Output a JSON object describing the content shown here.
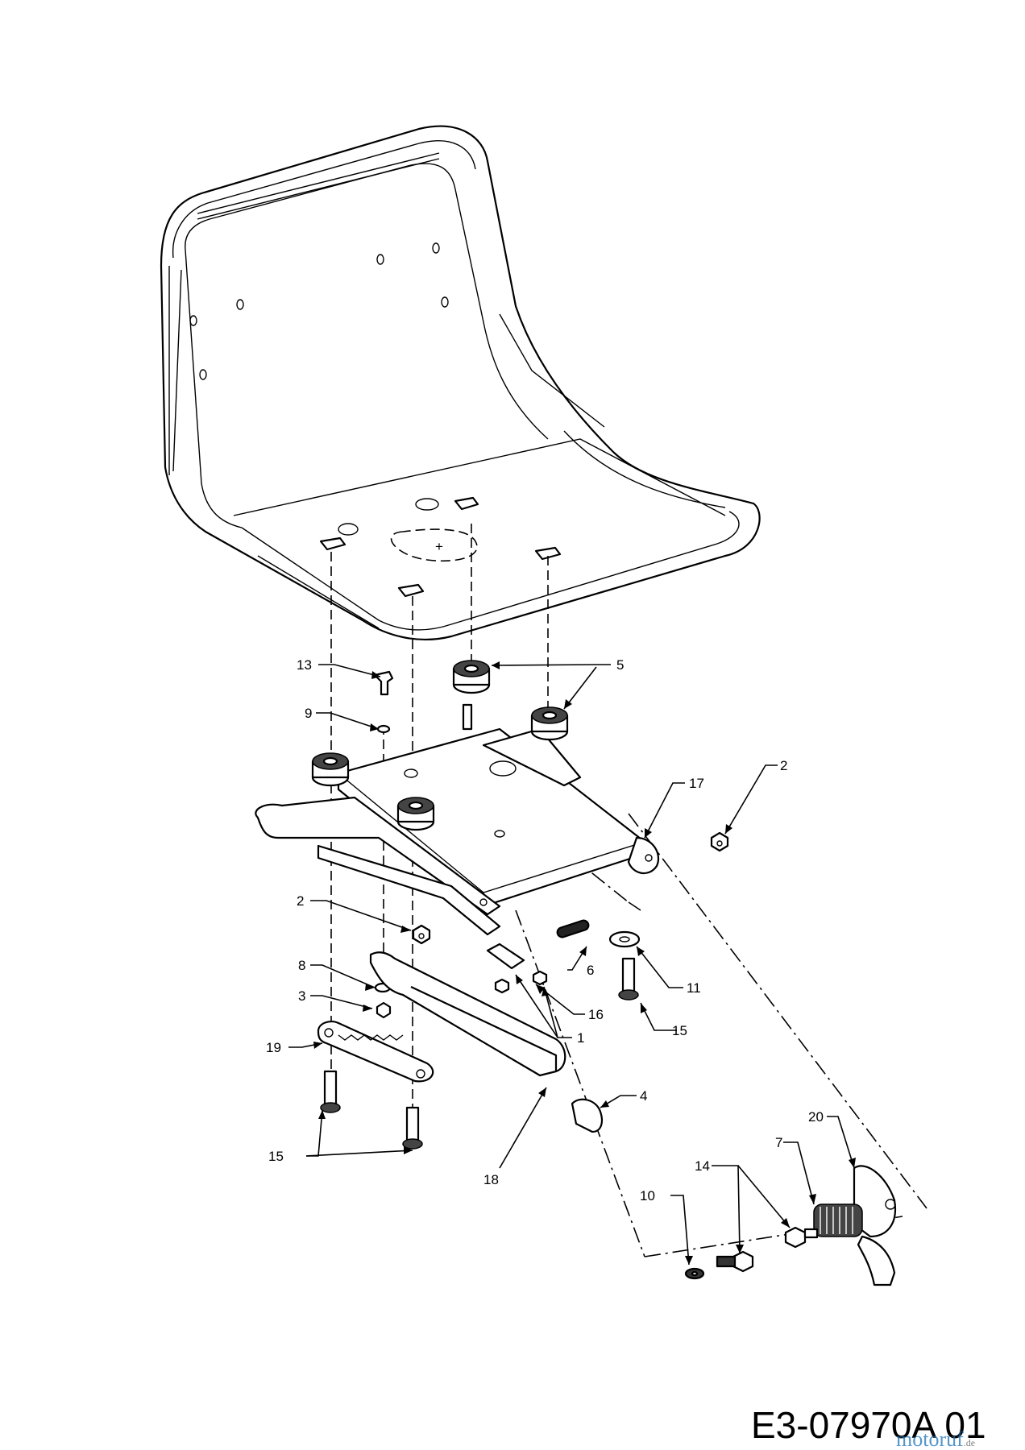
{
  "drawing_code": "E3-07970A 01",
  "watermark": {
    "text": "motoruf",
    "suffix": ".de",
    "colors": [
      "#1a73b8",
      "#e53935",
      "#43a047",
      "#fbc02d"
    ]
  },
  "callouts": [
    {
      "id": "c13",
      "text": "13"
    },
    {
      "id": "c5",
      "text": "5"
    },
    {
      "id": "c9",
      "text": "9"
    },
    {
      "id": "c17",
      "text": "17"
    },
    {
      "id": "c2a",
      "text": "2"
    },
    {
      "id": "c2b",
      "text": "2"
    },
    {
      "id": "c8",
      "text": "8"
    },
    {
      "id": "c3",
      "text": "3"
    },
    {
      "id": "c6",
      "text": "6"
    },
    {
      "id": "c11",
      "text": "11"
    },
    {
      "id": "c16",
      "text": "16"
    },
    {
      "id": "c1",
      "text": "1"
    },
    {
      "id": "c15a",
      "text": "15"
    },
    {
      "id": "c19",
      "text": "19"
    },
    {
      "id": "c4",
      "text": "4"
    },
    {
      "id": "c15b",
      "text": "15"
    },
    {
      "id": "c18",
      "text": "18"
    },
    {
      "id": "c20",
      "text": "20"
    },
    {
      "id": "c7",
      "text": "7"
    },
    {
      "id": "c14",
      "text": "14"
    },
    {
      "id": "c10",
      "text": "10"
    }
  ]
}
